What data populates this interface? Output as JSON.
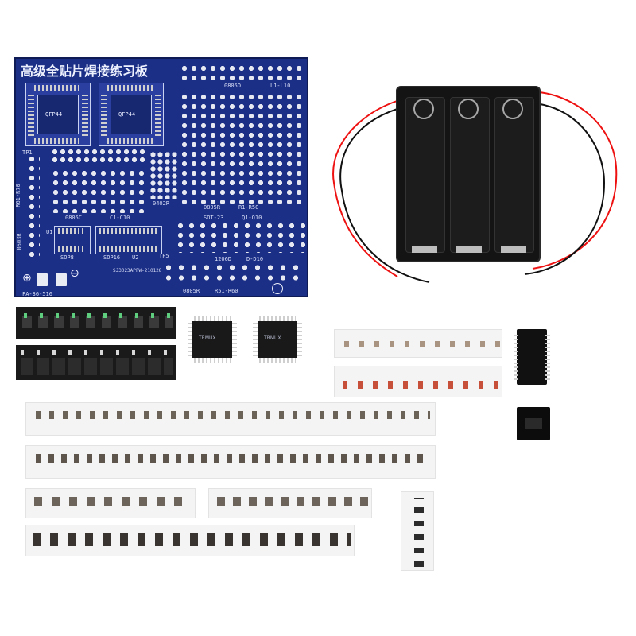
{
  "board": {
    "title": "高级全贴片焊接练习板",
    "labels": {
      "qfp_left": "QFP44",
      "qfp_right": "QFP44",
      "r_0805_top": "0805D",
      "l1_l10": "L1-L10",
      "r1_r70": "R61-R70",
      "c_0805": "0805C",
      "c1_c10": "C1-C10",
      "r_0402": "0402R",
      "r_0805_mid": "0805R",
      "r1_r50": "R1-R50",
      "sot23": "SOT-23",
      "q1_q10": "Q1-Q10",
      "r_1206": "1206D",
      "d1_d10": "D-D10",
      "sop8": "SOP8",
      "sop16": "SOP16",
      "u2": "U2",
      "u1": "U1",
      "r_0805_bot": "0805R",
      "r51_r60": "R51-R60",
      "tp1": "TP1",
      "tp5": "TP5",
      "side_0603r": "0603R",
      "bottom_left": "FA-36-516",
      "serial": "SJ3023APFW-210128"
    }
  },
  "chips": {
    "qfp_marking": "TRMUX",
    "qfp_marking_2": "TRMUX"
  }
}
